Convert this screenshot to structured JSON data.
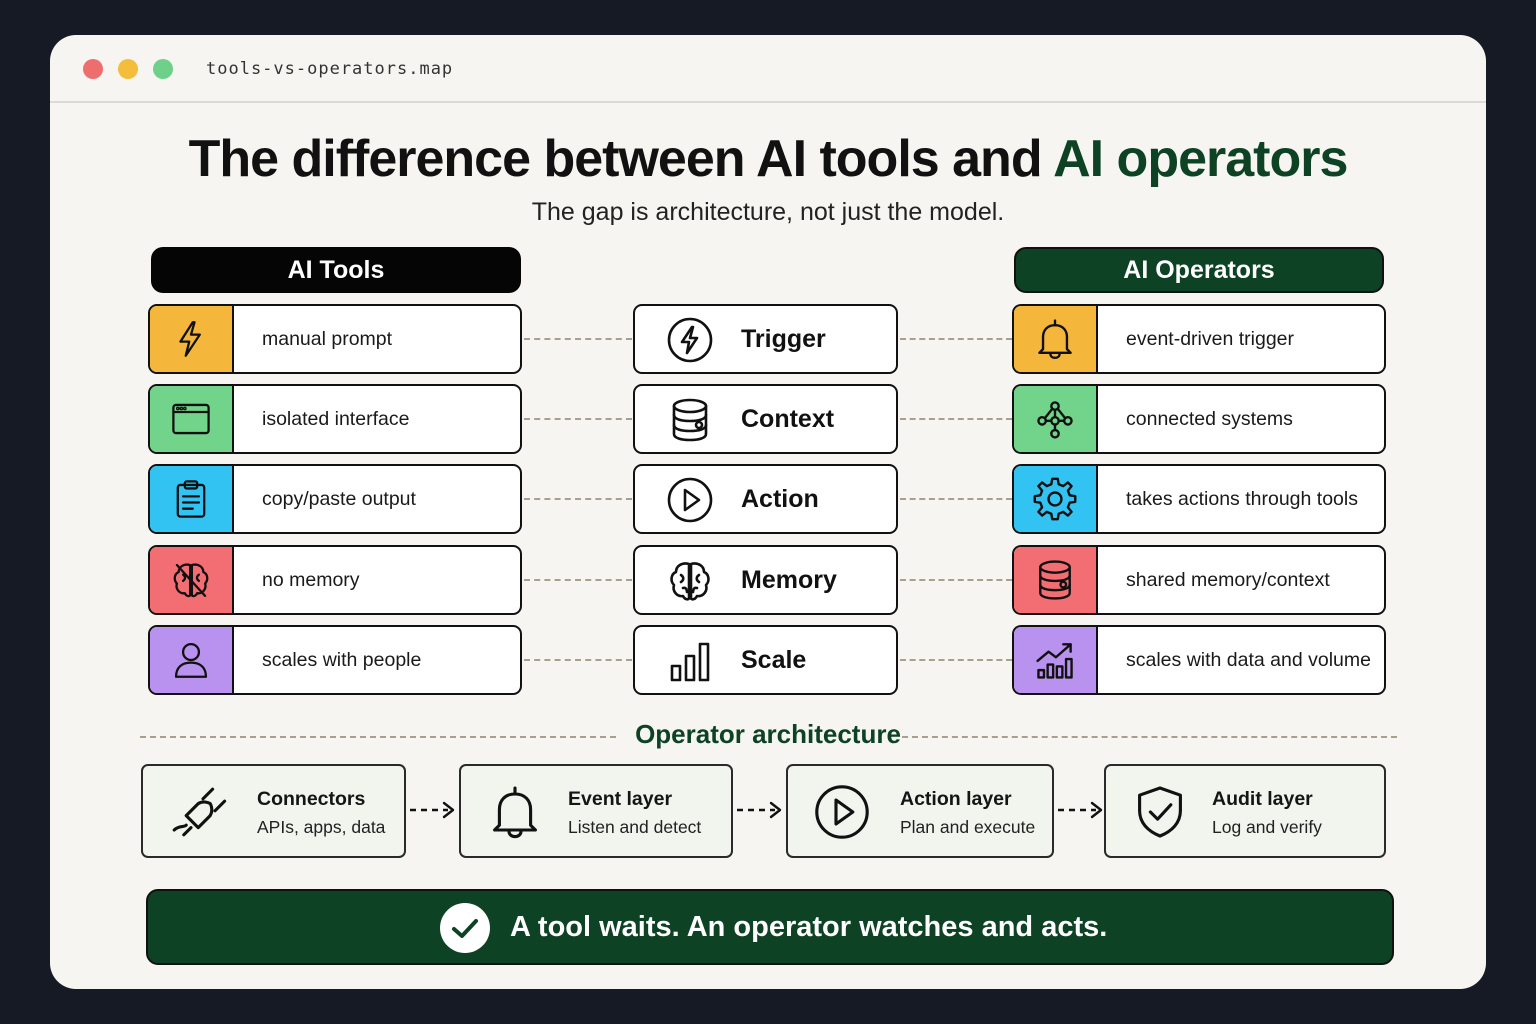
{
  "window": {
    "filename": "tools-vs-operators.map"
  },
  "header": {
    "title_main": "The difference between AI tools and ",
    "title_accent": "AI operators",
    "subtitle": "The gap is architecture, not just the model."
  },
  "columns": {
    "tools_header": "AI Tools",
    "operators_header": "AI Operators"
  },
  "rows": [
    {
      "tool": "manual prompt",
      "tool_icon": "lightning-icon",
      "tool_color": "#f4b73c",
      "dimension": "Trigger",
      "dimension_icon": "lightning-circle-icon",
      "operator": "event-driven trigger",
      "operator_icon": "bell-icon",
      "operator_color": "#f4b73c"
    },
    {
      "tool": "isolated interface",
      "tool_icon": "browser-window-icon",
      "tool_color": "#72d48a",
      "dimension": "Context",
      "dimension_icon": "database-icon",
      "operator": "connected systems",
      "operator_icon": "network-nodes-icon",
      "operator_color": "#72d48a"
    },
    {
      "tool": "copy/paste output",
      "tool_icon": "clipboard-icon",
      "tool_color": "#33c3f3",
      "dimension": "Action",
      "dimension_icon": "play-circle-icon",
      "operator": "takes actions through tools",
      "operator_icon": "gear-icon",
      "operator_color": "#33c3f3"
    },
    {
      "tool": "no memory",
      "tool_icon": "brain-crossed-icon",
      "tool_color": "#f26e72",
      "dimension": "Memory",
      "dimension_icon": "brain-icon",
      "operator": "shared memory/context",
      "operator_icon": "database-icon",
      "operator_color": "#f26e72"
    },
    {
      "tool": "scales with people",
      "tool_icon": "person-icon",
      "tool_color": "#b892ee",
      "dimension": "Scale",
      "dimension_icon": "bar-chart-icon",
      "operator": "scales with data and volume",
      "operator_icon": "trending-chart-icon",
      "operator_color": "#b892ee"
    }
  ],
  "architecture": {
    "title": "Operator architecture",
    "steps": [
      {
        "name": "Connectors",
        "desc": "APIs, apps, data",
        "icon": "plug-icon"
      },
      {
        "name": "Event layer",
        "desc": "Listen and detect",
        "icon": "bell-icon"
      },
      {
        "name": "Action layer",
        "desc": "Plan and execute",
        "icon": "play-circle-icon"
      },
      {
        "name": "Audit layer",
        "desc": "Log and verify",
        "icon": "shield-check-icon"
      }
    ]
  },
  "banner": {
    "text": "A tool waits. An operator watches and acts.",
    "icon": "check-circle-icon"
  },
  "colors": {
    "accent": "#0d4224",
    "dark": "#050505",
    "connector": "#a89f8c"
  }
}
